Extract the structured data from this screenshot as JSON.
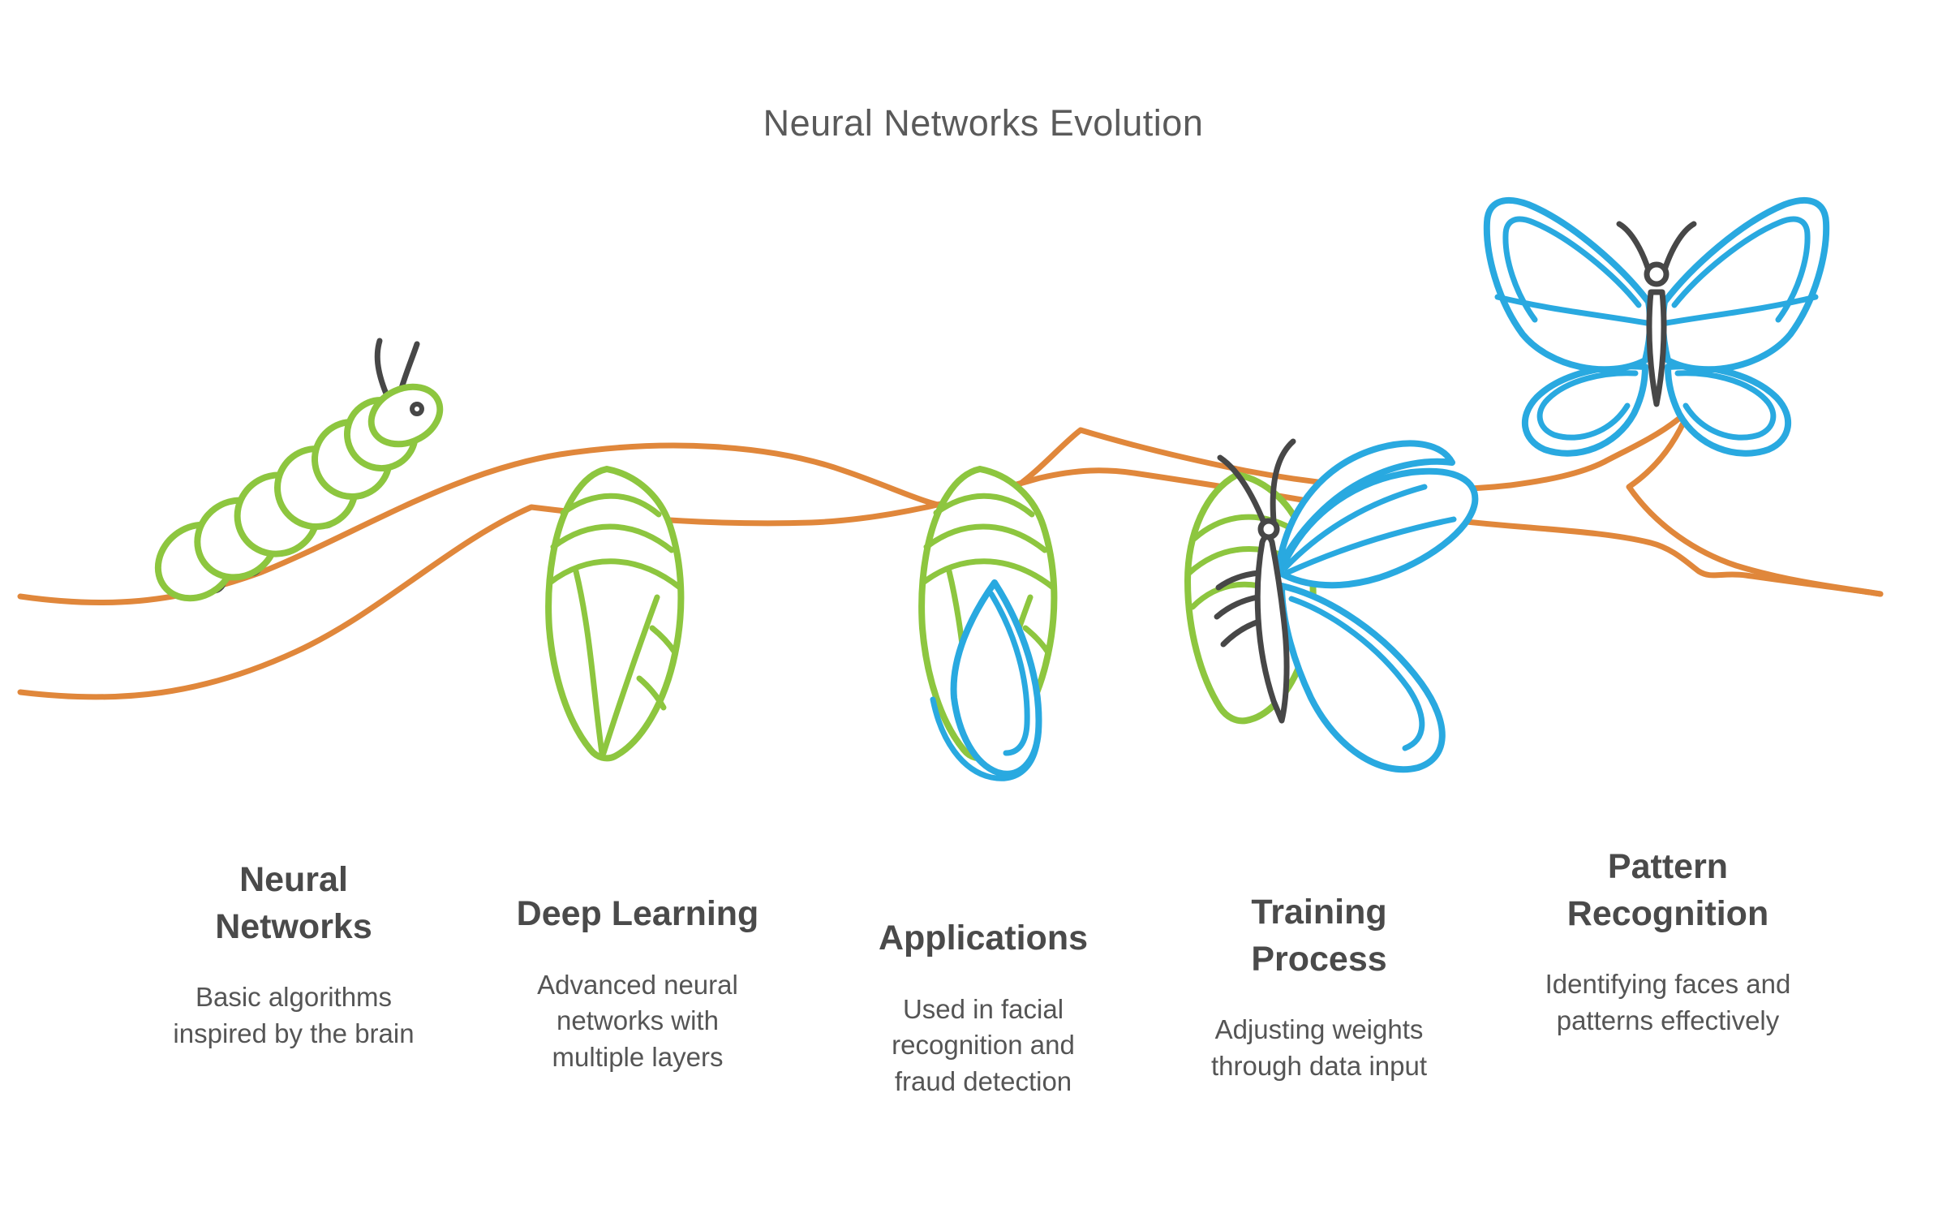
{
  "title": "Neural Networks Evolution",
  "stages": [
    {
      "id": "neural-networks",
      "title": "Neural\nNetworks",
      "description": "Basic algorithms\ninspired by the brain",
      "icon": "caterpillar-icon"
    },
    {
      "id": "deep-learning",
      "title": "Deep Learning",
      "description": "Advanced neural\nnetworks with\nmultiple layers",
      "icon": "chrysalis-icon"
    },
    {
      "id": "applications",
      "title": "Applications",
      "description": "Used in facial\nrecognition and\nfraud detection",
      "icon": "chrysalis-emerging-wing-icon"
    },
    {
      "id": "training-process",
      "title": "Training\nProcess",
      "description": "Adjusting weights\nthrough data input",
      "icon": "emerging-butterfly-icon"
    },
    {
      "id": "pattern-recognition",
      "title": "Pattern\nRecognition",
      "description": "Identifying faces and\npatterns effectively",
      "icon": "butterfly-icon"
    }
  ],
  "colors": {
    "green": "#8DC63F",
    "blue": "#29A9E0",
    "orange": "#E0873B",
    "dark": "#474747",
    "title_text": "#5A5A5A",
    "heading_text": "#4A4A4A",
    "body_text": "#555555",
    "background": "#FFFFFF"
  }
}
